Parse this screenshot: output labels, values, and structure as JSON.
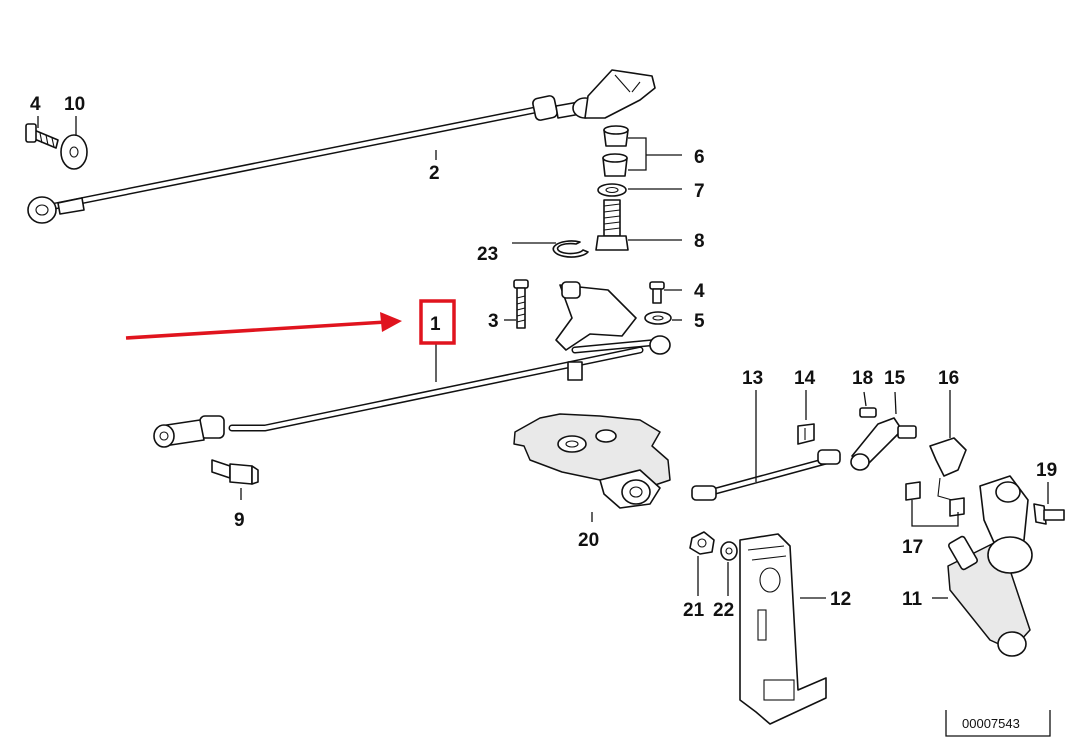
{
  "labels": {
    "l1": "1",
    "l2": "2",
    "l3": "3",
    "l4a": "4",
    "l4b": "4",
    "l5": "5",
    "l6": "6",
    "l7": "7",
    "l8": "8",
    "l9": "9",
    "l10": "10",
    "l11": "11",
    "l12": "12",
    "l13": "13",
    "l14": "14",
    "l15": "15",
    "l16": "16",
    "l17": "17",
    "l18": "18",
    "l19": "19",
    "l20": "20",
    "l21": "21",
    "l22": "22",
    "l23": "23"
  },
  "reference_number": "00007543",
  "highlight": {
    "color": "#e0141e",
    "target_label": "1"
  }
}
